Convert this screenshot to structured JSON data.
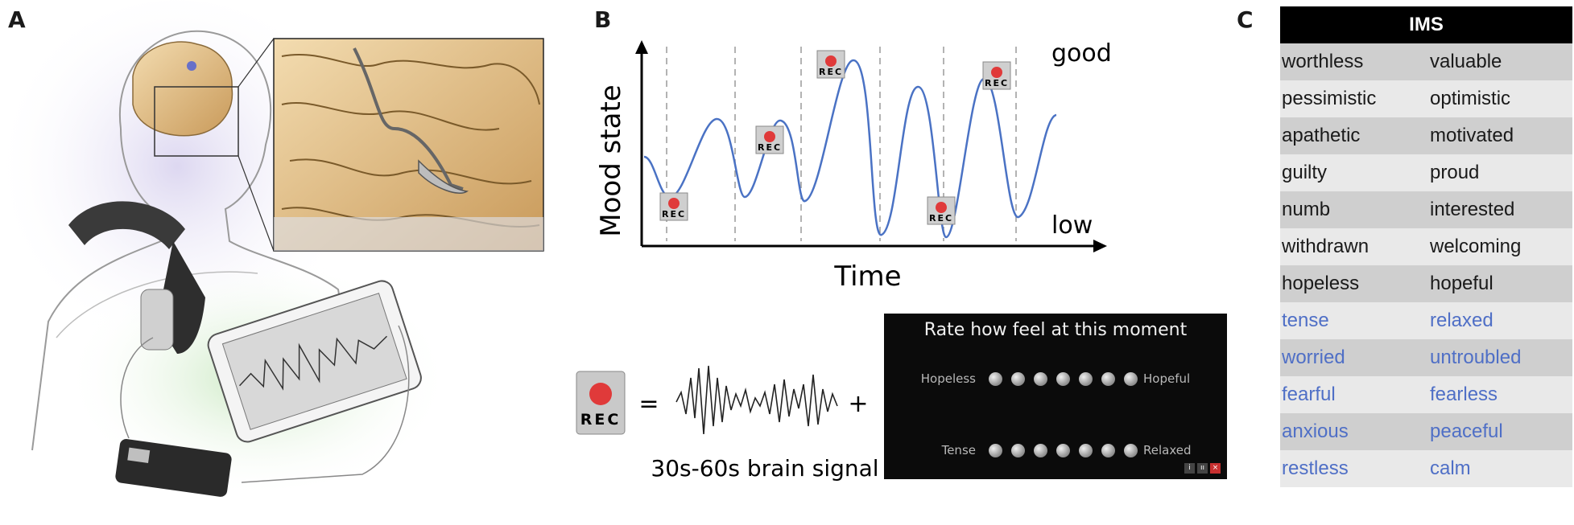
{
  "panel_labels": {
    "a": "A",
    "b": "B",
    "c": "C"
  },
  "colors": {
    "curve": "#4a72c4",
    "rec_red": "#e03a3a",
    "ims_blue": "#4f6fc6"
  },
  "mood_chart": {
    "ylabel": "Mood state",
    "xlabel": "Time",
    "top_label": "good",
    "bottom_label": "low",
    "rec_marker_label": "REC"
  },
  "equation": {
    "rec_label": "REC",
    "equals": "=",
    "plus": "+",
    "signal_caption": "30s-60s brain signal"
  },
  "rating_panel": {
    "title": "Rate how feel at this moment",
    "rows": [
      {
        "left": "Hopeless",
        "right": "Hopeful"
      },
      {
        "left": "Tense",
        "right": "Relaxed"
      }
    ],
    "controls": [
      "i",
      "ıı",
      "×"
    ]
  },
  "ims": {
    "header": "IMS",
    "rows": [
      {
        "neg": "worthless",
        "pos": "valuable",
        "blue": false
      },
      {
        "neg": "pessimistic",
        "pos": "optimistic",
        "blue": false
      },
      {
        "neg": "apathetic",
        "pos": "motivated",
        "blue": false
      },
      {
        "neg": "guilty",
        "pos": "proud",
        "blue": false
      },
      {
        "neg": "numb",
        "pos": "interested",
        "blue": false
      },
      {
        "neg": "withdrawn",
        "pos": "welcoming",
        "blue": false
      },
      {
        "neg": "hopeless",
        "pos": "hopeful",
        "blue": false
      },
      {
        "neg": "tense",
        "pos": "relaxed",
        "blue": true
      },
      {
        "neg": "worried",
        "pos": "untroubled",
        "blue": true
      },
      {
        "neg": "fearful",
        "pos": "fearless",
        "blue": true
      },
      {
        "neg": "anxious",
        "pos": "peaceful",
        "blue": true
      },
      {
        "neg": "restless",
        "pos": "calm",
        "blue": true
      }
    ]
  }
}
